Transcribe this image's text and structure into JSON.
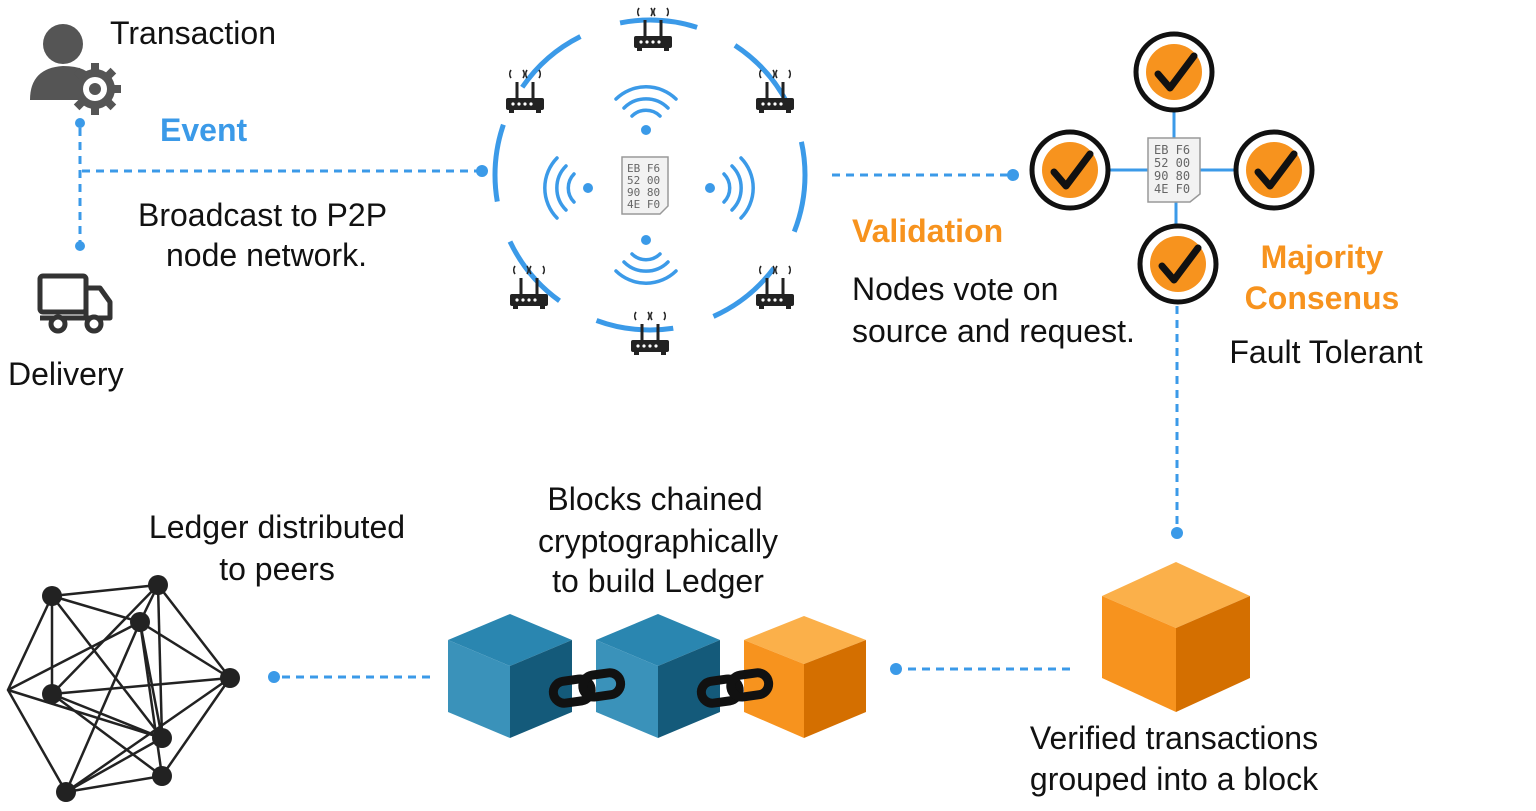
{
  "colors": {
    "accent_blue": "#3b9ae8",
    "accent_orange": "#f7931e",
    "dark_blue_block": "#1c6e94",
    "orange_block": "#f7931e",
    "text": "#111111",
    "icon_gray": "#555555"
  },
  "labels": {
    "transaction": "Transaction",
    "delivery": "Delivery",
    "event": "Event",
    "broadcast_line1": "Broadcast to P2P",
    "broadcast_line2": "node network.",
    "validation": "Validation",
    "nodes_vote_line1": "Nodes vote on",
    "nodes_vote_line2": "source and request.",
    "majority_line1": "Majority",
    "majority_line2": "Consenus",
    "fault_tolerant": "Fault Tolerant",
    "verified_line1": "Verified transactions",
    "verified_line2": "grouped into a block",
    "blocks_line1": "Blocks chained",
    "blocks_line2": "cryptographically",
    "blocks_line3": "to build Ledger",
    "ledger_line1": "Ledger distributed",
    "ledger_line2": "to peers"
  },
  "document_hex": [
    "EB F6",
    "52 00",
    "90 80",
    "4E F0"
  ],
  "icons": {
    "user": "user-gear-icon",
    "truck": "delivery-truck-icon",
    "router": "router-icon",
    "wifi": "wifi-signal-icon",
    "document": "hex-document-icon",
    "check": "check-node-icon",
    "block": "cube-block-icon",
    "chain": "chain-link-icon",
    "network": "network-polyhedron-icon"
  }
}
